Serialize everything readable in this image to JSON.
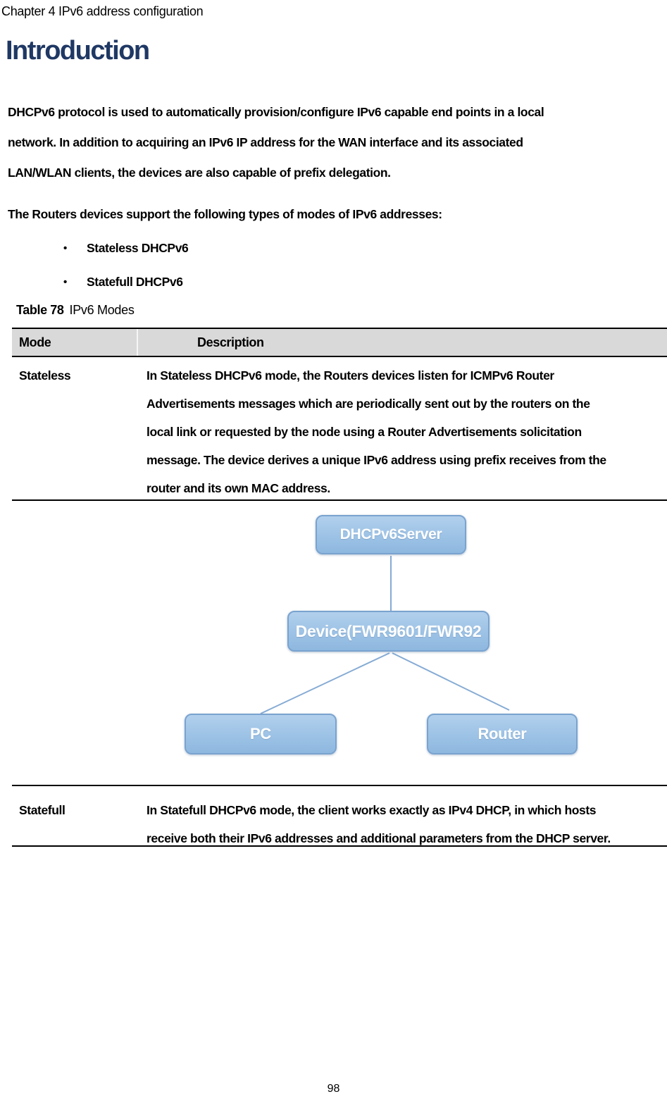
{
  "header": {
    "chapter": "Chapter 4 IPv6 address configuration"
  },
  "intro": {
    "title": "Introduction",
    "p1_lines": [
      "DHCPv6 protocol is used to automatically provision/configure IPv6 capable end points in a local",
      "network. In addition to acquiring an IPv6 IP address for the WAN interface and its associated",
      "LAN/WLAN clients, the devices are also capable of prefix delegation."
    ],
    "p2": "The Routers devices support the following types of modes of IPv6 addresses:",
    "bullets": [
      {
        "marker": "•",
        "label": "Stateless DHCPv6"
      },
      {
        "marker": "•",
        "label": "Statefull DHCPv6"
      }
    ]
  },
  "table": {
    "caption_label": "Table 78",
    "caption_title": "IPv6 Modes",
    "col_headers": {
      "mode": "Mode",
      "description": "Description"
    },
    "rows": {
      "stateless": {
        "mode": "Stateless",
        "lines": [
          "In Stateless DHCPv6 mode, the Routers devices listen for ICMPv6 Router",
          "Advertisements messages which are periodically sent out by the routers on the",
          "local link or requested by the node using a Router Advertisements solicitation",
          "message. The device derives a unique IPv6 address using prefix receives from the",
          "router and its own MAC address."
        ]
      },
      "statefull": {
        "mode": "Statefull",
        "lines": [
          "In Statefull DHCPv6 mode, the client works exactly as IPv4 DHCP, in which hosts",
          "receive both their IPv6 addresses and additional parameters from the DHCP server."
        ]
      }
    }
  },
  "diagram": {
    "server_label": "DHCPv6Server",
    "device_label": "Device(FWR9601/FWR92",
    "pc_label": "PC",
    "router_label": "Router",
    "colors": {
      "node_fill": "#9CC2E5",
      "node_border": "#7AA3CF",
      "node_text": "#FFFFFF",
      "connector": "#86ABD4"
    }
  },
  "footer": {
    "page_number": "98"
  },
  "colors": {
    "heading": "#1F3864",
    "table_header_bg": "#D9D9D9",
    "body_text": "#000000",
    "table_border": "#000000"
  }
}
